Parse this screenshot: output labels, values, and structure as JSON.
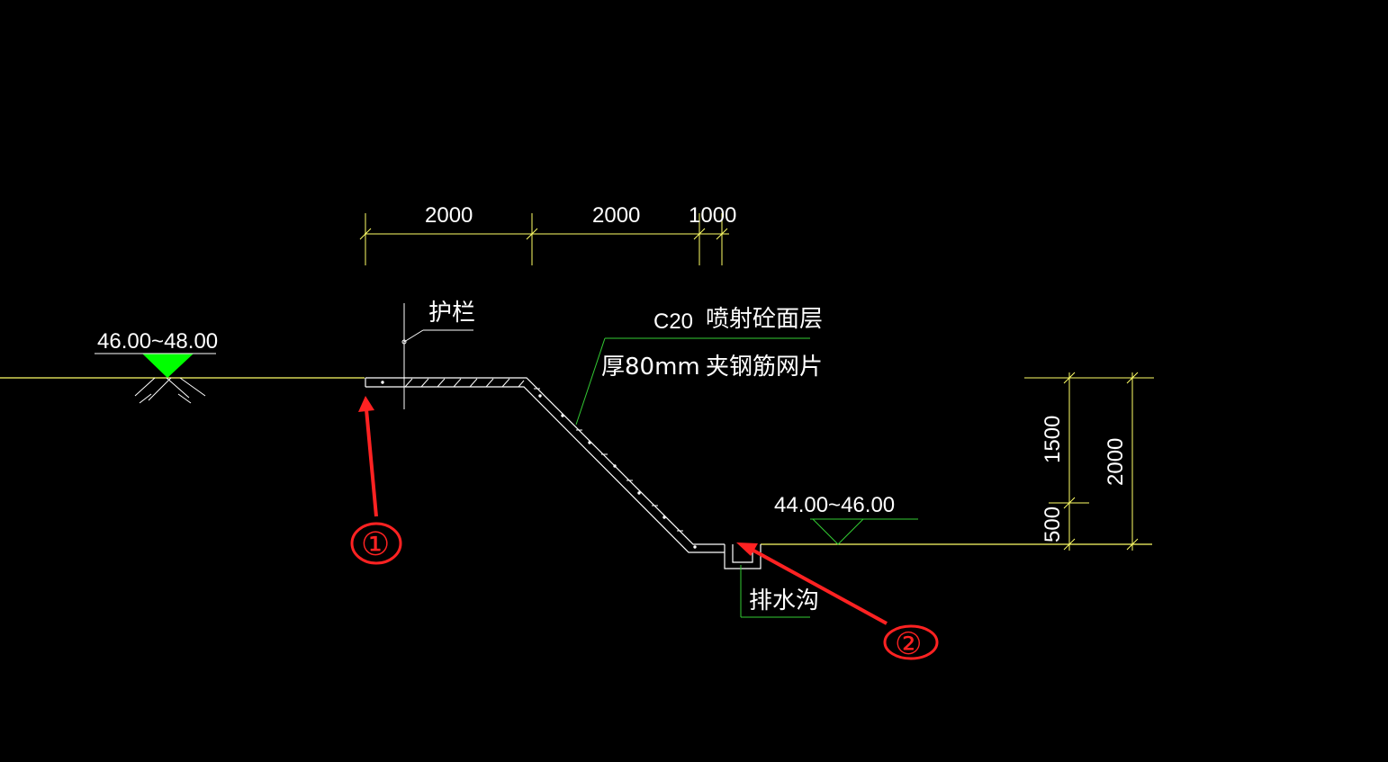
{
  "colors": {
    "background": "#000000",
    "ground_line": "#ffff66",
    "dimension": "#ffff66",
    "leader": "#33cc33",
    "marker_fill": "#00ff00",
    "text": "#ffffff",
    "annotation_red": "#ff2222"
  },
  "dimensions": {
    "top": [
      "2000",
      "2000",
      "1000"
    ],
    "right_small": [
      "1500",
      "500"
    ],
    "right_total": "2000"
  },
  "elevations": {
    "upper": "46.00~48.00",
    "lower": "44.00~46.00"
  },
  "labels": {
    "guardrail": "护栏",
    "concrete_line1_code": "C20",
    "concrete_line1_text": "喷射砼面层",
    "concrete_line2_thickness": "厚80mm",
    "concrete_line2_text": "夹钢筋网片",
    "drain": "排水沟"
  },
  "annotations": {
    "marker1": "①",
    "marker2": "②"
  }
}
